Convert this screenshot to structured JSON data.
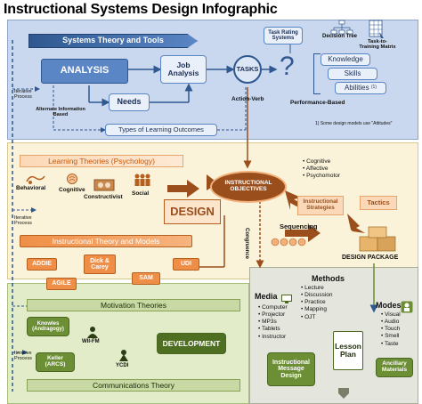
{
  "title": "Instructional Systems Design Infographic",
  "top_section": {
    "systems_theory": "Systems Theory and Tools",
    "analysis": "ANALYSIS",
    "job_analysis": "Job Analysis",
    "needs": "Needs",
    "tasks": "TASKS",
    "action_verb": "Action-Verb",
    "iterative_process": "Iterative Process",
    "alternate_info": "Alternate Information Based",
    "types_outcomes": "Types of Learning Outcomes",
    "task_rating": "Task Rating Systems",
    "decision_tree": "Decision Tree",
    "task_training_matrix": "Task-to-Training Matrix",
    "question_mark": "?",
    "knowledge": "Knowledge",
    "skills": "Skills",
    "abilities": "Abilities",
    "abilities_note": "(1)",
    "performance_based": "Performance-Based",
    "footnote": "1) Some design models use \"Attitudes\""
  },
  "middle_section": {
    "learning_theories": "Learning Theories (Psychology)",
    "behavioral": "Behavioral",
    "cognitive": "Cognitive",
    "constructivist": "Constructivist",
    "social": "Social",
    "iterative_process": "Iterative Process",
    "design": "DESIGN",
    "instructional_objectives": "INSTRUCTIONAL OBJECTIVES",
    "domains": [
      "Cognitive",
      "Affective",
      "Psychomotor"
    ],
    "instructional_strategies": "Instructional Strategies",
    "tactics": "Tactics",
    "sequencing": "Sequencing",
    "design_package": "DESIGN PACKAGE",
    "congruence": "Congruence",
    "theory_models": "Instructional Theory and Models",
    "addie": "ADDIE",
    "dick_carey": "Dick & Carey",
    "agile": "AGILE",
    "sam": "SAM",
    "udi": "UDI"
  },
  "bottom_section": {
    "motivation": "Motivation Theories",
    "knowles": "Knowles (Andragogy)",
    "wiifm": "WII-FM",
    "keller": "Keller (ARCS)",
    "ycdi": "YCDI",
    "development": "DEVELOPMENT",
    "iterative_process": "Iterative Process",
    "communications": "Communications Theory"
  },
  "right_section": {
    "methods": "Methods",
    "methods_list": [
      "Lecture",
      "Discussion",
      "Practice",
      "Mapping",
      "OJT"
    ],
    "media": "Media",
    "media_list": [
      "Computer",
      "Projector",
      "MP3s",
      "Tablets",
      "Instructor"
    ],
    "modes": "Modes",
    "modes_list": [
      "Visual",
      "Audio",
      "Touch",
      "Smell",
      "Taste"
    ],
    "lesson_plan": "Lesson Plan",
    "instructional_message_design": "Instructional Message Design",
    "ancillary_materials": "Ancillary Materials"
  },
  "colors": {
    "blue": "#5b86c5",
    "orange": "#ef8f47",
    "green": "#6c8e34",
    "brown": "#9a4e1c"
  }
}
